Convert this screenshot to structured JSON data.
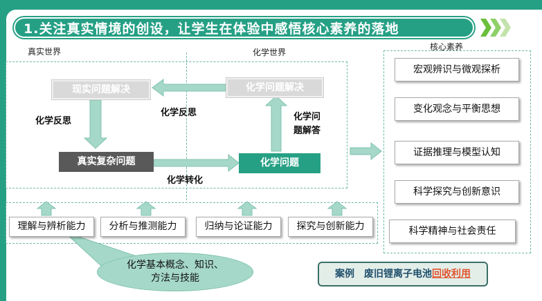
{
  "title": "1.关注真实情境的创设，让学生在体验中感悟核心素养的落地",
  "labels": {
    "real_world": "真实世界",
    "chem_world": "化学世界",
    "core_literacy": "核心素养"
  },
  "nodes": {
    "real_problem_solve": "现实问题解决",
    "chem_problem_solve": "化学问题解决",
    "real_complex_problem": "真实复杂问题",
    "chem_problem": "化学问题"
  },
  "edge_labels": {
    "reflect_left": "化学反思",
    "reflect_top": "化学反思",
    "answer_line1": "化学问",
    "answer_line2": "题解答",
    "transform": "化学转化"
  },
  "core_items": [
    "宏观辨识与微观探析",
    "变化观念与平衡思想",
    "证据推理与模型认知",
    "科学探究与创新意识",
    "科学精神与社会责任"
  ],
  "abilities": [
    "理解与辨析能力",
    "分析与推测能力",
    "归纳与论证能力",
    "探究与创新能力"
  ],
  "foundation_line1": "化学基本概念、知识、",
  "foundation_line2": "方法与技能",
  "case": {
    "prefix": "案例　废旧锂离子电池",
    "highlight": "回收利用"
  },
  "colors": {
    "accent": "#26a085",
    "dark_box": "#595959",
    "gray_box": "#d9d9d9",
    "arrow": "#a5d8c9"
  }
}
